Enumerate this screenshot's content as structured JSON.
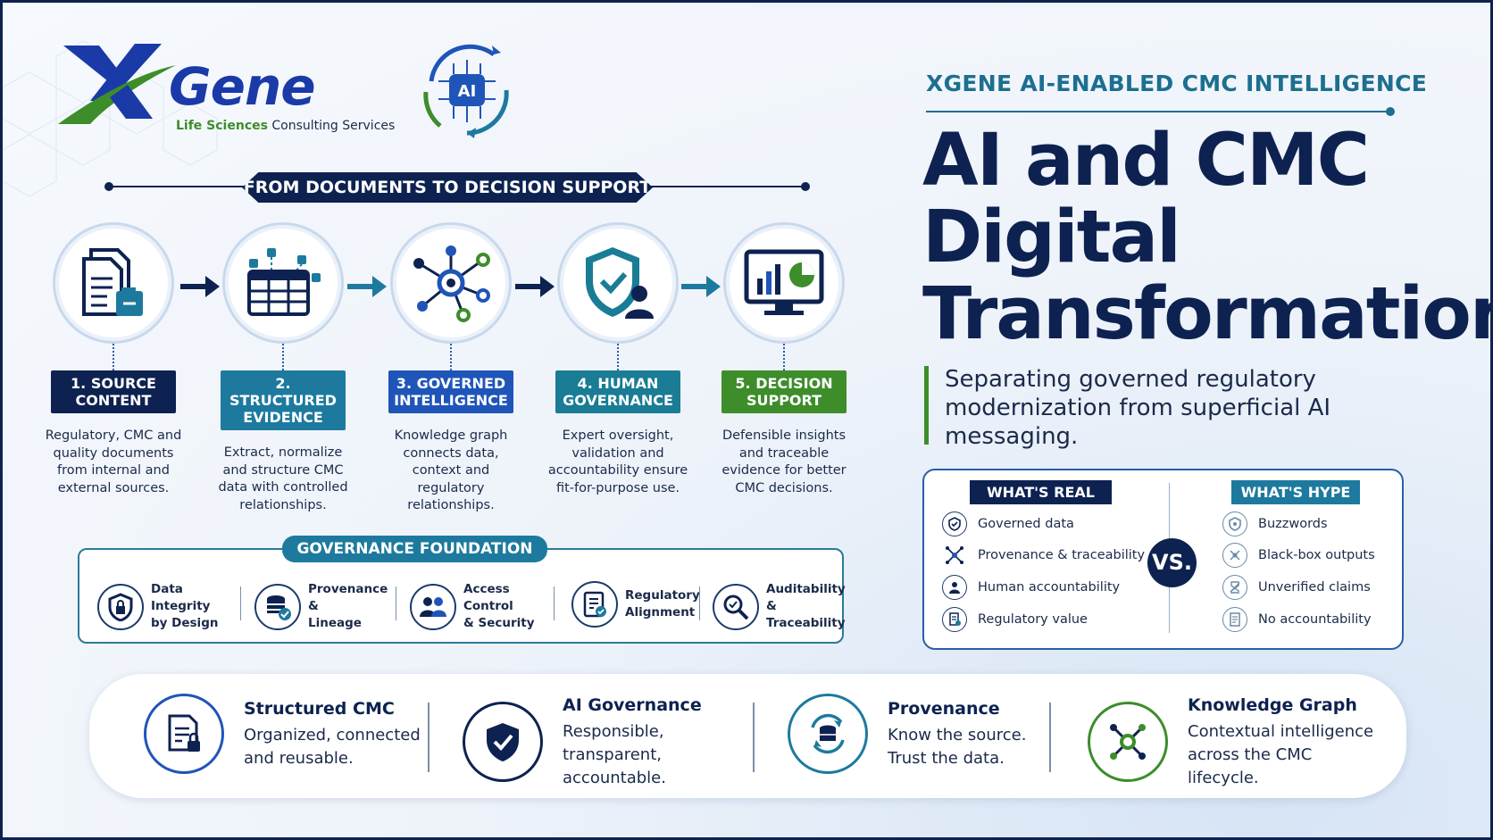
{
  "logo": {
    "wordmark": "Gene",
    "sub_colored": "Life Sciences",
    "sub_rest": "Consulting Services",
    "badge": "AI"
  },
  "flow": {
    "title": "FROM DOCUMENTS TO DECISION SUPPORT",
    "steps": [
      {
        "label_line1": "1. SOURCE",
        "label_line2": "CONTENT",
        "desc": "Regulatory, CMC and quality documents from internal and external sources.",
        "color": "#0d2250",
        "icon": "documents-icon"
      },
      {
        "label_line1": "2. STRUCTURED",
        "label_line2": "EVIDENCE",
        "desc": "Extract, normalize and structure CMC data with controlled relationships.",
        "color": "#1d7a9e",
        "icon": "data-table-icon"
      },
      {
        "label_line1": "3. GOVERNED",
        "label_line2": "INTELLIGENCE",
        "desc": "Knowledge graph connects data, context and regulatory relationships.",
        "color": "#1f55b8",
        "icon": "network-graph-icon"
      },
      {
        "label_line1": "4. HUMAN",
        "label_line2": "GOVERNANCE",
        "desc": "Expert oversight, validation and accountability ensure fit-for-purpose use.",
        "color": "#1a7c95",
        "icon": "shield-person-icon"
      },
      {
        "label_line1": "5. DECISION",
        "label_line2": "SUPPORT",
        "desc": "Defensible insights and traceable evidence for better CMC decisions.",
        "color": "#3d8d2a",
        "icon": "dashboard-icon"
      }
    ]
  },
  "governance": {
    "title": "GOVERNANCE FOUNDATION",
    "items": [
      {
        "line1": "Data Integrity",
        "line2": "by Design",
        "icon": "shield-lock-icon"
      },
      {
        "line1": "Provenance &",
        "line2": "Lineage",
        "icon": "database-check-icon"
      },
      {
        "line1": "Access Control",
        "line2": "& Security",
        "icon": "users-icon"
      },
      {
        "line1": "Regulatory",
        "line2": "Alignment",
        "icon": "checklist-icon"
      },
      {
        "line1": "Auditability &",
        "line2": "Traceability",
        "icon": "magnifier-icon"
      }
    ]
  },
  "header": {
    "kicker": "XGENE AI-ENABLED CMC INTELLIGENCE",
    "title_line1": "AI and CMC",
    "title_line2": "Digital",
    "title_line3": "Transformation",
    "subtitle": "Separating governed regulatory modernization from superficial AI messaging."
  },
  "compare": {
    "real_title": "WHAT'S REAL",
    "hype_title": "WHAT'S HYPE",
    "vs": "VS.",
    "real": [
      "Governed data",
      "Provenance & traceability",
      "Human accountability",
      "Regulatory value"
    ],
    "hype": [
      "Buzzwords",
      "Black-box outputs",
      "Unverified claims",
      "No accountability"
    ]
  },
  "bottom": [
    {
      "title": "Structured CMC",
      "desc": "Organized, connected and reusable.",
      "color": "#1f55b8",
      "icon": "document-lock-icon"
    },
    {
      "title": "AI Governance",
      "desc": "Responsible, transparent, accountable.",
      "color": "#0d2250",
      "icon": "shield-check-icon"
    },
    {
      "title": "Provenance",
      "desc": "Know the source. Trust the data.",
      "color": "#1d7a9e",
      "icon": "database-cycle-icon"
    },
    {
      "title": "Knowledge Graph",
      "desc": "Contextual intelligence across the CMC lifecycle.",
      "color": "#3d8d2a",
      "icon": "graph-nodes-icon"
    }
  ]
}
